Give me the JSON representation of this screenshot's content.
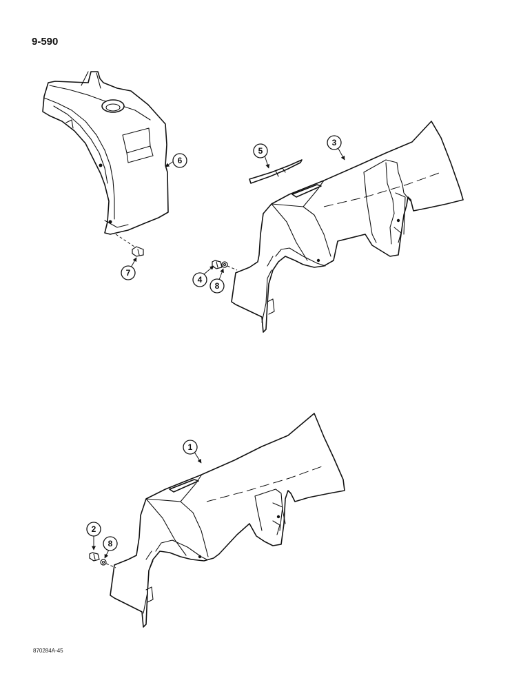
{
  "page_number": "9-590",
  "reference_code": "870284A-45",
  "callouts": {
    "c1": "1",
    "c2": "2",
    "c3": "3",
    "c4": "4",
    "c5": "5",
    "c6": "6",
    "c7": "7",
    "c8_upper": "8",
    "c8_lower": "8"
  }
}
